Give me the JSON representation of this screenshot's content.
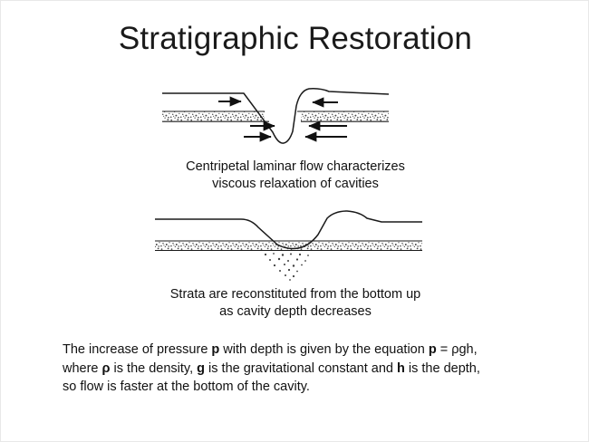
{
  "slide": {
    "title": "Stratigraphic Restoration",
    "background_color": "#ffffff",
    "text_color": "#111111",
    "stipple_color": "#555555",
    "line_color": "#1a1a1a"
  },
  "figures": [
    {
      "name": "centripetal-laminar-flow-diagram",
      "description": "Cross-section of a deep V-shaped cavity cut through a stippled stratum layer, with arrows converging inward from both sides toward the cavity axis",
      "arrow_count": 6,
      "arrow_direction_left": "right",
      "arrow_direction_right": "left",
      "cavity_shape": "deep-v",
      "has_raised_rim": true
    },
    {
      "name": "strata-reconstitution-diagram",
      "description": "Cross-section of a shallow broad depression with a continuous stippled stratum layer and a plume of scattered grains settling beneath the cavity center",
      "arrow_count": 0,
      "cavity_shape": "shallow-bowl",
      "has_raised_rim": true,
      "has_settling_grains": true
    }
  ],
  "captions": [
    {
      "line1": "Centripetal laminar flow characterizes",
      "line2": "viscous relaxation of cavities"
    },
    {
      "line1": "Strata are reconstituted from the bottom up",
      "line2": "as cavity depth decreases"
    }
  ],
  "body_text": {
    "line1_part1": "The increase of pressure ",
    "line1_var_p1": "p",
    "line1_part2": " with depth is given by the equation ",
    "line1_var_p2": "p",
    "line1_part3": " = ",
    "line1_rho": "ρ",
    "line1_part4": "gh,",
    "line2_part1": "where ",
    "line2_var_rho": "ρ",
    "line2_part2": " is the density, ",
    "line2_var_g": "g",
    "line2_part3": " is the gravitational constant and ",
    "line2_var_h": "h",
    "line2_part4": " is the depth,",
    "line3": "so flow is faster at the bottom of the cavity."
  }
}
